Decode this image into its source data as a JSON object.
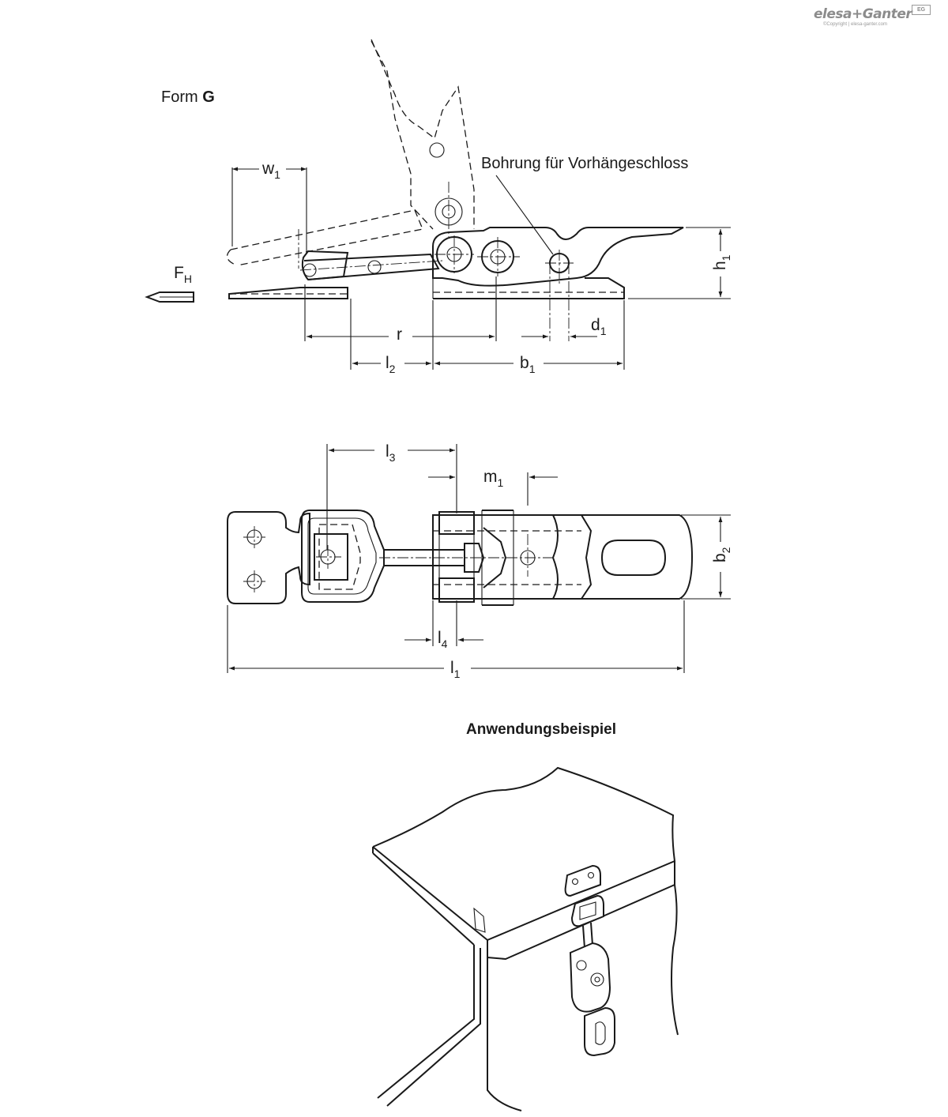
{
  "brand": {
    "logo_text": "elesa+Ganter",
    "copyright": "©Copyright | elesa-ganter.com",
    "badge": "EG"
  },
  "side_view": {
    "form_label_prefix": "Form",
    "form_letter": "G",
    "callout": "Bohrung für Vorhängeschloss",
    "force": {
      "symbol": "F",
      "sub": "H"
    },
    "dims": {
      "w1": {
        "symbol": "w",
        "sub": "1"
      },
      "h1": {
        "symbol": "h",
        "sub": "1"
      },
      "r": {
        "symbol": "r",
        "sub": ""
      },
      "d1": {
        "symbol": "d",
        "sub": "1"
      },
      "l2": {
        "symbol": "l",
        "sub": "2"
      },
      "b1": {
        "symbol": "b",
        "sub": "1"
      }
    }
  },
  "top_view": {
    "dims": {
      "l3": {
        "symbol": "l",
        "sub": "3"
      },
      "m1": {
        "symbol": "m",
        "sub": "1"
      },
      "b2": {
        "symbol": "b",
        "sub": "2"
      },
      "l4": {
        "symbol": "l",
        "sub": "4"
      },
      "l1": {
        "symbol": "l",
        "sub": "1"
      }
    }
  },
  "example": {
    "heading": "Anwendungsbeispiel"
  },
  "colors": {
    "line": "#1a1a1a",
    "logo": "#8c8c8c",
    "background": "#ffffff"
  }
}
